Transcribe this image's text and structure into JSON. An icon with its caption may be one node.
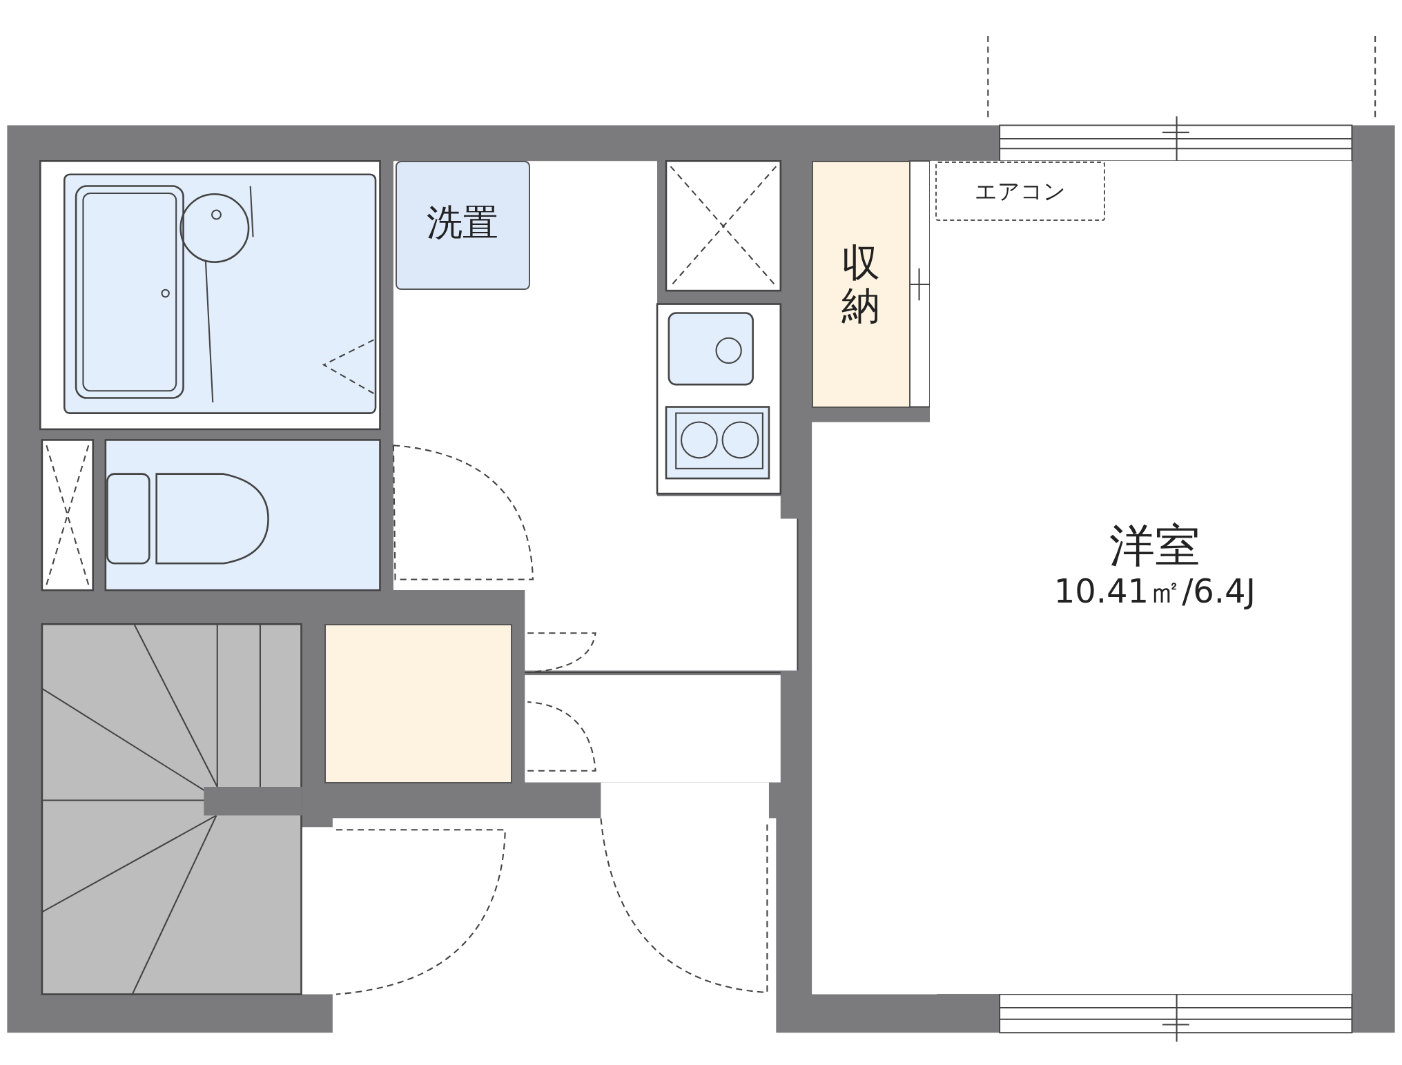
{
  "diagram": {
    "nodes": [
      {
        "text": [
          "洗置"
        ]
      },
      {
        "text": [
          "収納"
        ]
      },
      {
        "text": [
          "洋室",
          "10.41㎡/6.4J"
        ]
      },
      {
        "text": [
          "エアコン"
        ],
        "in": 2
      },
      {
        "text": [],
        "shape": "box"
      }
    ],
    "edges": []
  }
}
